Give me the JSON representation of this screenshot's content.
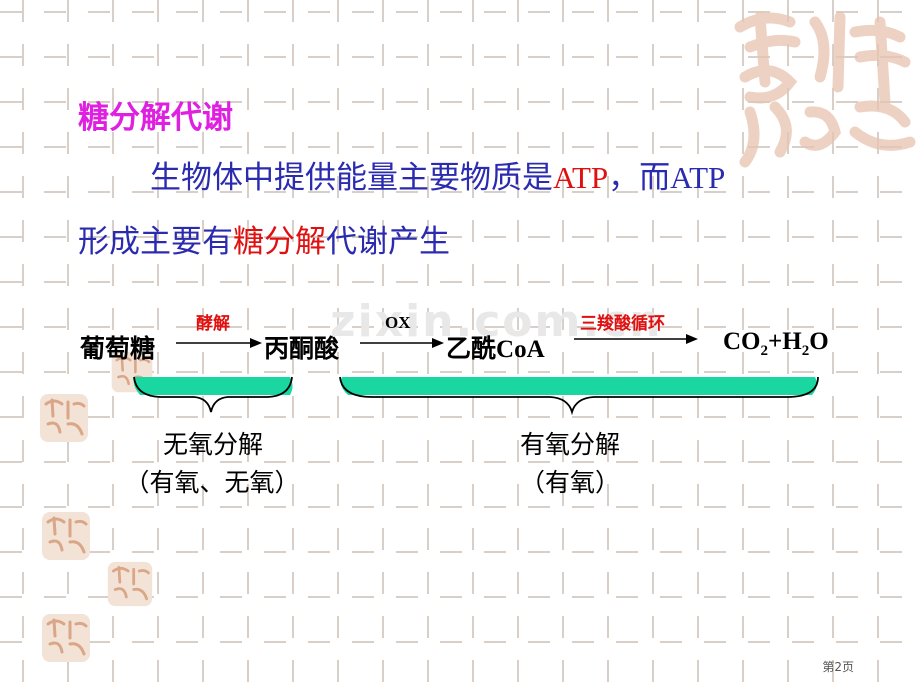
{
  "heading": "糖分解代谢",
  "para": {
    "line1_a": "生物体中提供能量主要物质是",
    "line1_atp1": "ATP",
    "line1_b": "，而",
    "line1_atp2": "ATP",
    "line2_a": "形成主要有",
    "line2_red": "糖分解",
    "line2_b": "代谢产生"
  },
  "pathway": {
    "glucose": "葡萄糖",
    "step1_label": "酵解",
    "pyruvate": "丙酮酸",
    "step2_label": "OX",
    "acetyl": "乙酰",
    "acetyl_coa": "CoA",
    "step3_label": "三羧酸循环",
    "product": {
      "co": "CO",
      "sub2a": "2",
      "plus_h": "+H",
      "sub2b": "2",
      "o": "O"
    }
  },
  "sections": {
    "anaerobic_title": "无氧分解",
    "anaerobic_sub": "（有氧、无氧）",
    "aerobic_title": "有氧分解",
    "aerobic_sub": "（有氧）"
  },
  "watermark": "zixin.com.cn",
  "page_label": "第2页",
  "colors": {
    "title": "#e020e0",
    "body": "#2b2bb0",
    "red": "#e01010",
    "bar": "#1ad6a0",
    "grid": "#d8d0c8",
    "decor": "#e7c4b0"
  },
  "icons": [
    "seal-icon"
  ]
}
